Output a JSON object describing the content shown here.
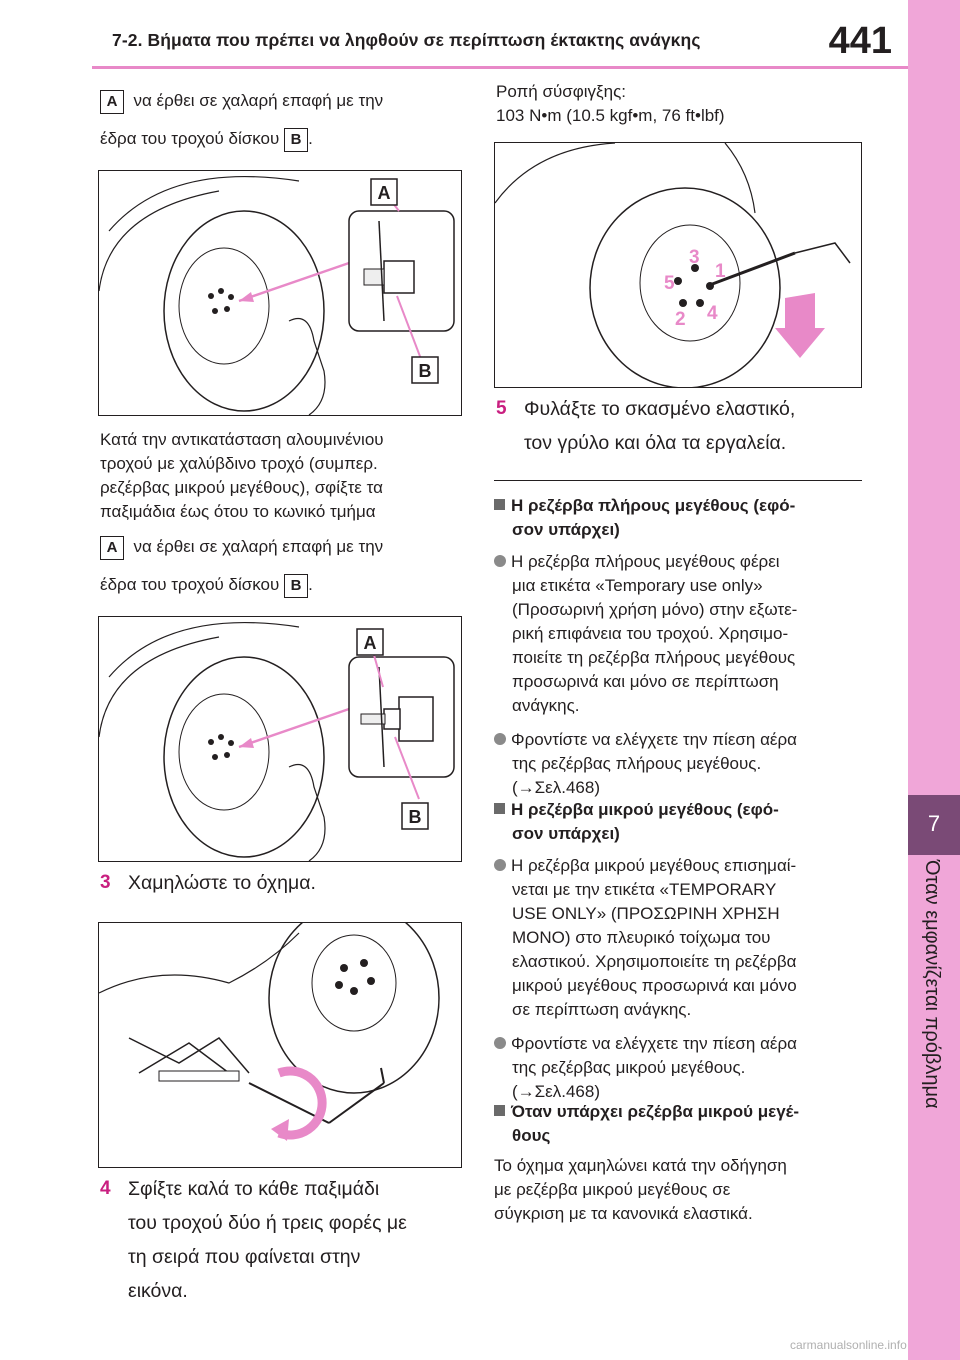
{
  "header": {
    "title": "7-2. Βήματα που πρέπει να ληφθούν σε περίπτωση έκτακτης ανάγκης",
    "page_number": "441"
  },
  "side_tab": {
    "chapter": "7",
    "text": "Όταν εμφανίζεται πρόβλημα"
  },
  "labels": {
    "a": "A",
    "b": "B"
  },
  "left": {
    "intro_line1": "να έρθει σε χαλαρή επαφή με την",
    "intro_line2": "έδρα του τροχού δίσκου",
    "para2": [
      "Κατά την αντικατάσταση αλουμινένιου",
      "τροχού με χαλύβδινο τροχό (συμπερ.",
      "ρεζέρβας μικρού μεγέθους), σφίξτε τα",
      "παξιμάδια έως ότου το κωνικό τμήμα"
    ],
    "para2_line5": "να έρθει σε χαλαρή επαφή με την",
    "para2_line6": "έδρα του τροχού δίσκου",
    "period": ".",
    "step3_num": "3",
    "step3_text": "Χαμηλώστε το όχημα.",
    "step4_num": "4",
    "step4_lines": [
      "Σφίξτε καλά το κάθε παξιμάδι",
      "του τροχού δύο ή τρεις φορές με",
      "τη σειρά που φαίνεται στην",
      "εικόνα."
    ]
  },
  "right": {
    "torque_label": "Ροπή σύσφιγξης:",
    "torque_value": "103 N•m (10.5 kgf•m, 76 ft•lbf)",
    "order_numbers": [
      "1",
      "2",
      "3",
      "4",
      "5"
    ],
    "step5_num": "5",
    "step5_lines": [
      "Φυλάξτε το σκασμένο ελαστικό,",
      "τον γρύλο και όλα τα εργαλεία."
    ],
    "sec1_heading": [
      "Η ρεζέρβα πλήρους μεγέθους (εφό-",
      "σον υπάρχει)"
    ],
    "sec1_b1": [
      "Η ρεζέρβα πλήρους μεγέθους φέρει",
      "μια ετικέτα «Temporary use only»",
      "(Προσωρινή χρήση μόνο) στην εξωτε-",
      "ρική επιφάνεια του τροχού. Χρησιμο-",
      "ποιείτε τη ρεζέρβα πλήρους μεγέθους",
      "προσωρινά και μόνο σε περίπτωση",
      "ανάγκης."
    ],
    "sec1_b2": [
      "Φροντίστε να ελέγχετε την πίεση αέρα",
      "της ρεζέρβας πλήρους μεγέθους.",
      "(→Σελ.468)"
    ],
    "sec2_heading": [
      "Η ρεζέρβα μικρού μεγέθους (εφό-",
      "σον υπάρχει)"
    ],
    "sec2_b1": [
      "Η ρεζέρβα μικρού μεγέθους επισημαί-",
      "νεται με την ετικέτα «TEMPORARY",
      "USE ONLY» (ΠΡΟΣΩΡΙΝΗ ΧΡΗΣΗ",
      "ΜΟΝΟ) στο πλευρικό τοίχωμα του",
      "ελαστικού. Χρησιμοποιείτε τη ρεζέρβα",
      "μικρού μεγέθους προσωρινά και μόνο",
      "σε περίπτωση ανάγκης."
    ],
    "sec2_b2": [
      "Φροντίστε να ελέγχετε την πίεση αέρα",
      "της ρεζέρβας μικρού μεγέθους.",
      "(→Σελ.468)"
    ],
    "sec3_heading": [
      "Όταν υπάρχει ρεζέρβα μικρού μεγέ-",
      "θους"
    ],
    "sec3_text": [
      "Το όχημα χαμηλώνει κατά την οδήγηση",
      "με ρεζέρβα μικρού μεγέθους σε",
      "σύγκριση με τα κανονικά ελαστικά."
    ]
  },
  "footer": {
    "watermark": "carmanualsonline.info"
  },
  "colors": {
    "accent": "#e889c8",
    "tab": "#f0a6d8",
    "tab_dark": "#7a4a76",
    "step_num": "#c91f80"
  }
}
